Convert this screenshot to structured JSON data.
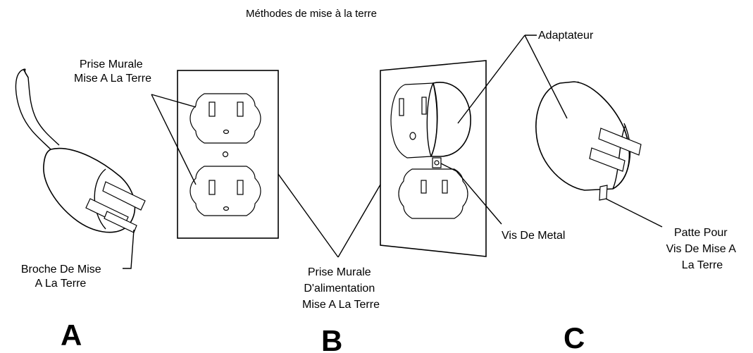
{
  "title": "Méthodes de mise à la terre",
  "labels": {
    "grounded_outlet": [
      "Prise Murale",
      "Mise A La Terre"
    ],
    "ground_pin": [
      "Broche De Mise",
      "A La Terre"
    ],
    "power_outlet": [
      "Prise Murale",
      "D'alimentation",
      "Mise A La Terre"
    ],
    "adapter": "Adaptateur",
    "metal_screw": "Vis De Metal",
    "ground_tab": [
      "Patte Pour",
      "Vis De Mise A",
      "La Terre"
    ]
  },
  "figures": {
    "a": "A",
    "b": "B",
    "c": "C"
  }
}
